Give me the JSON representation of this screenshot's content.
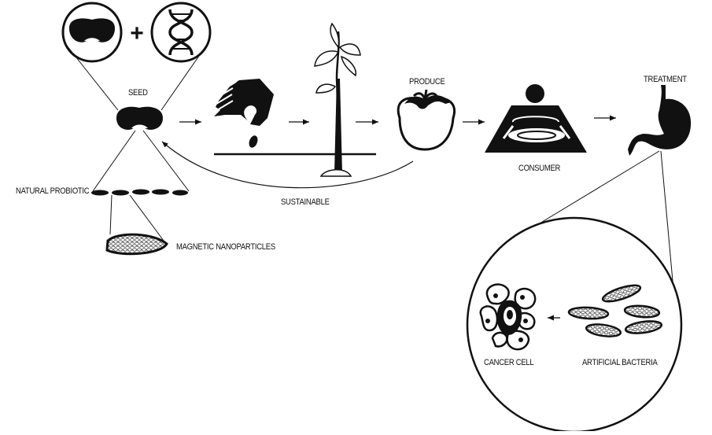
{
  "labels": {
    "seed": "SEED",
    "natural_probiotic": "NATURAL PROBIOTIC",
    "magnetic_nanoparticles": "MAGNETIC NANOPARTICLES",
    "sustainable": "SUSTAINABLE",
    "produce": "PRODUCE",
    "consumer": "CONSUMER",
    "treatment": "TREATMENT",
    "cancer_cell": "CANCER CELL",
    "artificial_bacteria": "ARTIFICIAL BACTERIA"
  },
  "symbols": {
    "plus": "+"
  },
  "icons": [
    "seed-icon",
    "dna-icon",
    "planting-hand-icon",
    "sprout-icon",
    "tomato-icon",
    "consumer-eating-icon",
    "stomach-icon",
    "cancer-cell-icon",
    "bacteria-icon",
    "nanoparticle-icon"
  ],
  "colors": {
    "ink": "#111111",
    "paper": "#ffffff"
  }
}
